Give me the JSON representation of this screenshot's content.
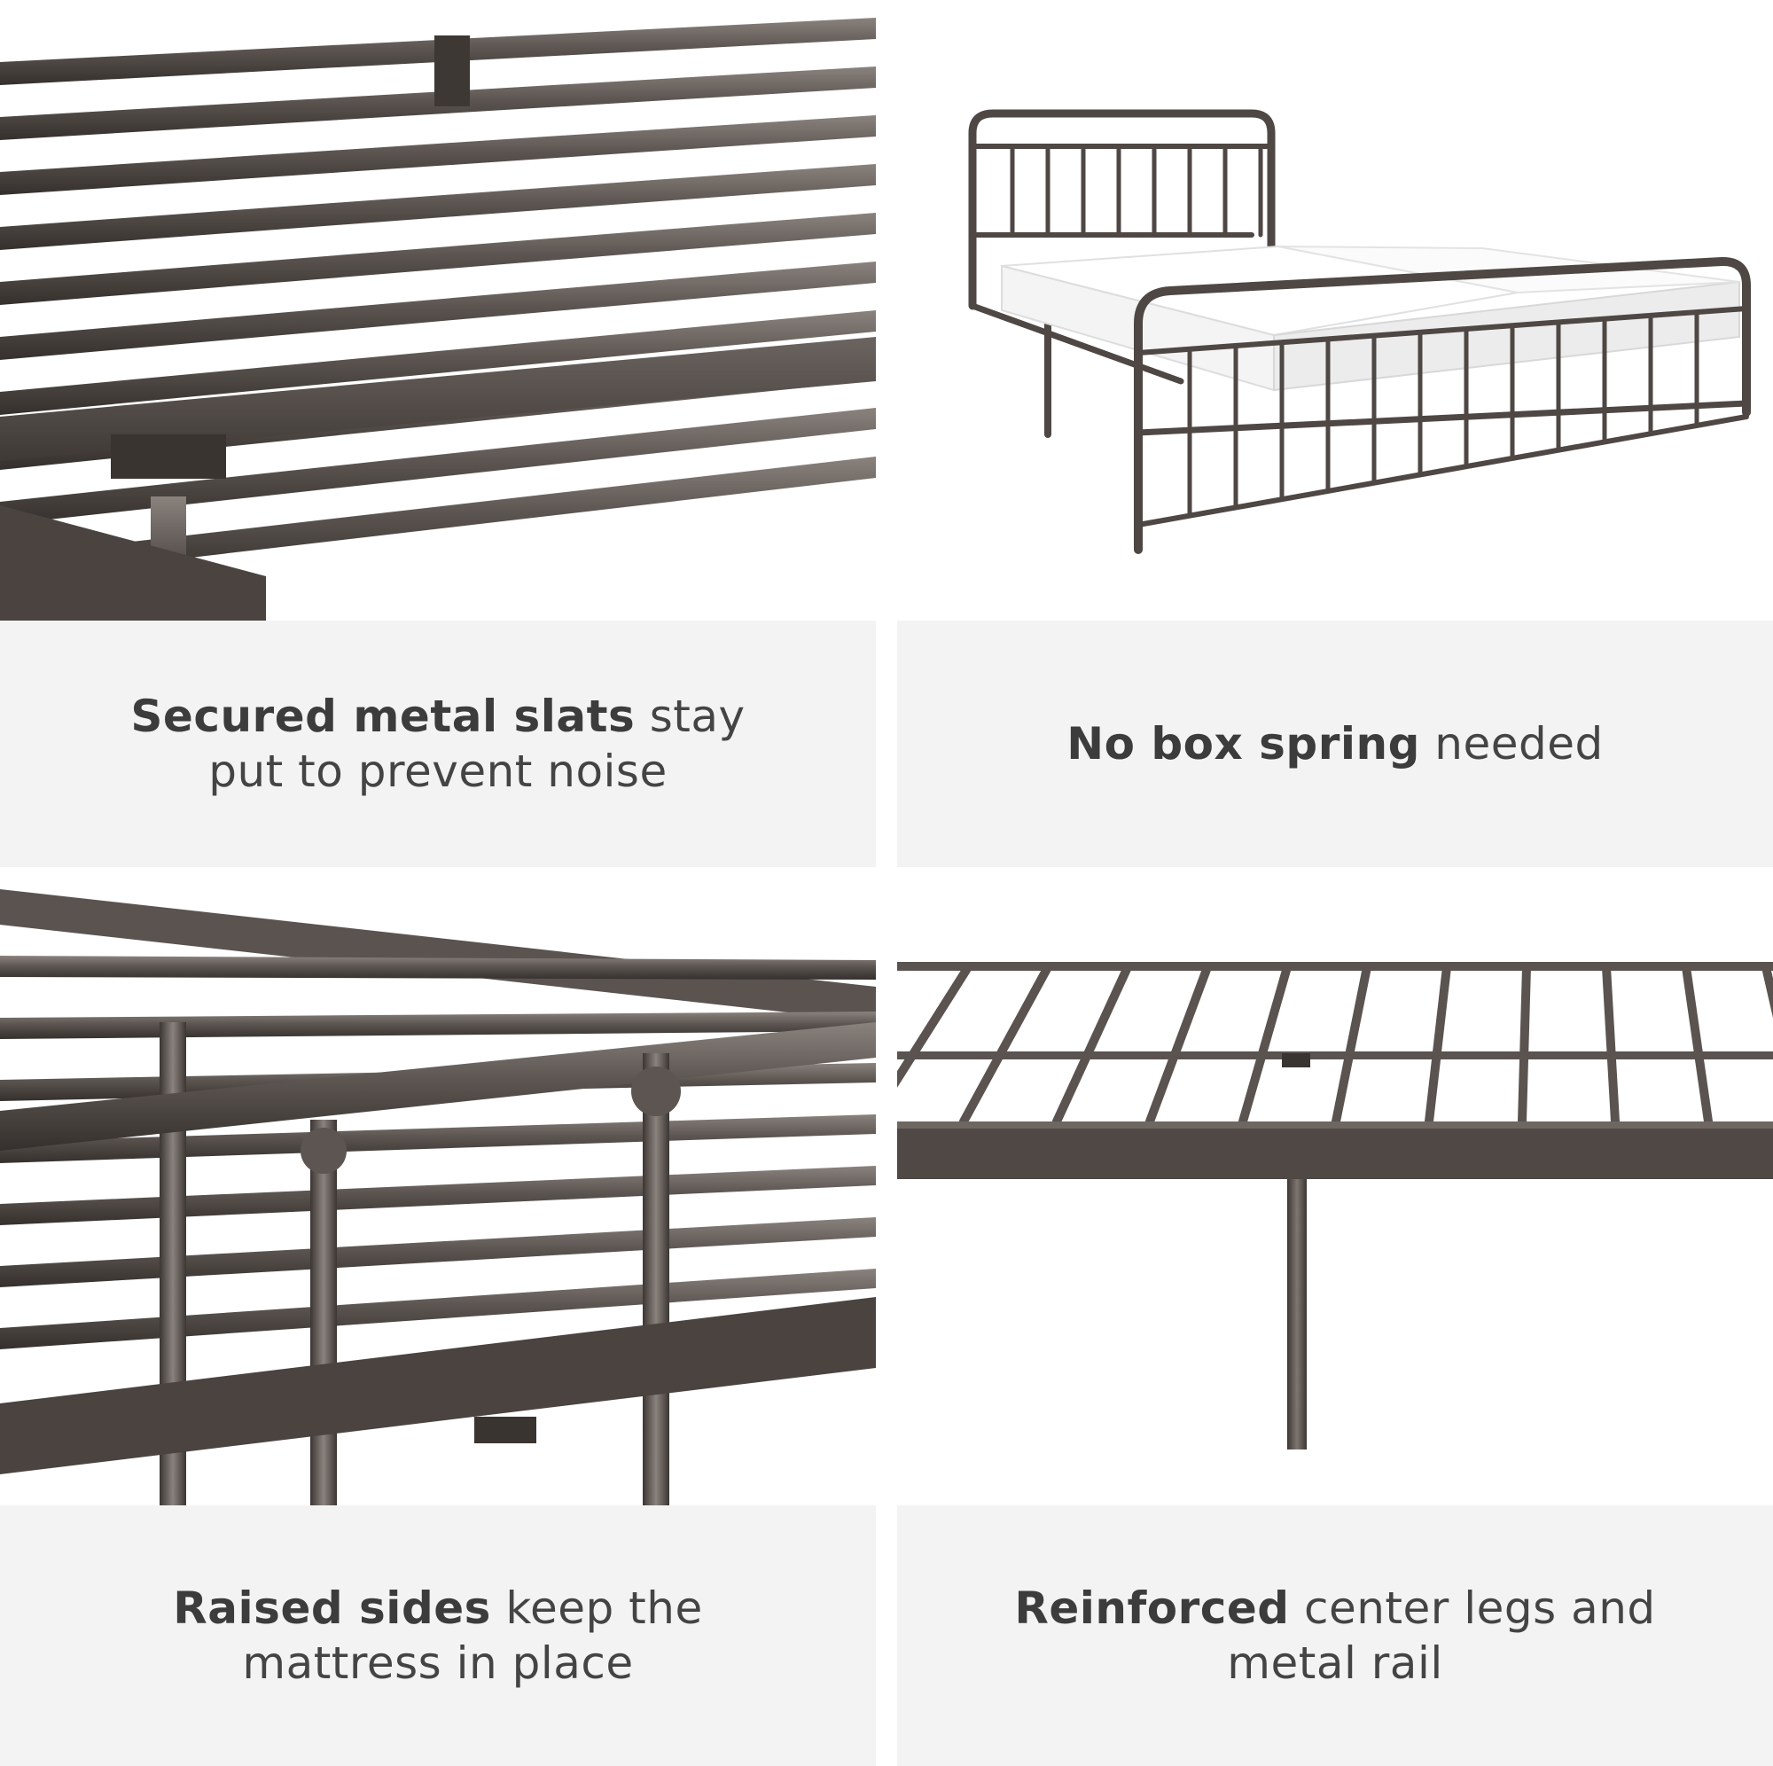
{
  "panels": [
    {
      "image_subject": "metal-slats-closeup",
      "caption_bold": "Secured metal slats",
      "caption_rest": " stay put to prevent noise"
    },
    {
      "image_subject": "metal-bed-frame-with-mattress",
      "caption_bold": "No box spring",
      "caption_rest": " needed"
    },
    {
      "image_subject": "raised-side-rails-closeup",
      "caption_bold": "Raised sides",
      "caption_rest": " keep the mattress in place"
    },
    {
      "image_subject": "center-legs-and-rail-closeup",
      "caption_bold": "Reinforced",
      "caption_rest": " center legs and metal rail"
    }
  ],
  "colors": {
    "metal": "#5a5350",
    "metal_dark": "#3e3835",
    "metal_light": "#857d78",
    "caption_bg": "#f3f3f3",
    "caption_text": "#444444"
  }
}
